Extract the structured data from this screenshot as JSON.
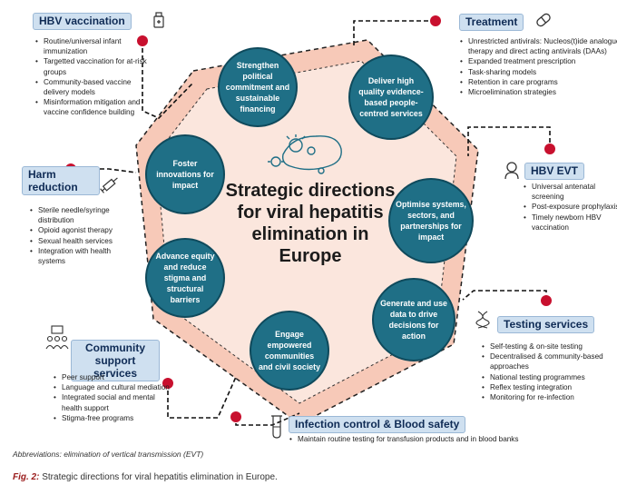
{
  "center_title": "Strategic directions for viral hepatitis elimination in Europe",
  "circles": [
    {
      "id": "strengthen",
      "text": "Strengthen political commitment and sustainable financing"
    },
    {
      "id": "deliver",
      "text": "Deliver high quality evidence-based people-centred services"
    },
    {
      "id": "foster",
      "text": "Foster innovations for impact"
    },
    {
      "id": "optimise",
      "text": "Optimise systems, sectors, and partnerships for impact"
    },
    {
      "id": "advance",
      "text": "Advance equity and reduce stigma and structural barriers"
    },
    {
      "id": "generate",
      "text": "Generate and use data to drive decisions for action"
    },
    {
      "id": "engage",
      "text": "Engage empowered communities and civil society"
    }
  ],
  "panels": {
    "hbv_vaccination": {
      "title": "HBV vaccination",
      "items": [
        "Routine/universal infant immunization",
        "Targetted vaccination for at-risk groups",
        "Community-based vaccine delivery models",
        "Misinformation mitigation and vaccine confidence building"
      ]
    },
    "treatment": {
      "title": "Treatment",
      "items": [
        "Unrestricted antivirals: Nucleos(t)ide analogue therapy and direct acting antivirals (DAAs)",
        "Expanded treatment prescription",
        "Task-sharing models",
        "Retention in care programs",
        "Microelimination strategies"
      ]
    },
    "harm_reduction": {
      "title": "Harm reduction",
      "items": [
        "Sterile needle/syringe distribution",
        "Opioid agonist therapy",
        "Sexual health services",
        "Integration with health systems"
      ]
    },
    "hbv_evt": {
      "title": "HBV EVT",
      "items": [
        "Universal antenatal screening",
        "Post-exposure prophylaxis",
        "Timely newborn HBV vaccination"
      ]
    },
    "testing": {
      "title": "Testing services",
      "items": [
        "Self-testing & on-site testing",
        "Decentralised & community-based approaches",
        "National testing programmes",
        "Reflex testing integration",
        "Monitoring for re-infection"
      ]
    },
    "community": {
      "title": "Community support services",
      "items": [
        "Peer support",
        "Language and cultural mediation",
        "Integrated social and mental health support",
        "Stigma-free programs"
      ]
    },
    "infection": {
      "title": "Infection control & Blood safety",
      "items": [
        "Maintain routine testing for transfusion products and in blood banks"
      ]
    }
  },
  "abbreviations": "Abbreviations: elimination of vertical transmission (EVT)",
  "figure_caption": {
    "label": "Fig. 2:",
    "text": "Strategic directions for viral hepatitis elimination in Europe."
  },
  "colors": {
    "circle": "#1f6f86",
    "hexagon_fill": "#f7c9b8",
    "hexagon_inner": "#fbe6dd",
    "label_bg": "#cfe0f0",
    "label_text": "#0f2b55",
    "dot": "#c8102e"
  },
  "icons": {
    "hbv_vaccination": "vaccine-vial-icon",
    "treatment": "pill-capsule-icon",
    "harm_reduction": "syringe-icon",
    "hbv_evt": "baby-icon",
    "testing": "dna-icon",
    "community": "community-people-icon",
    "infection": "test-tube-icon",
    "center": "liver-virus-icon"
  }
}
